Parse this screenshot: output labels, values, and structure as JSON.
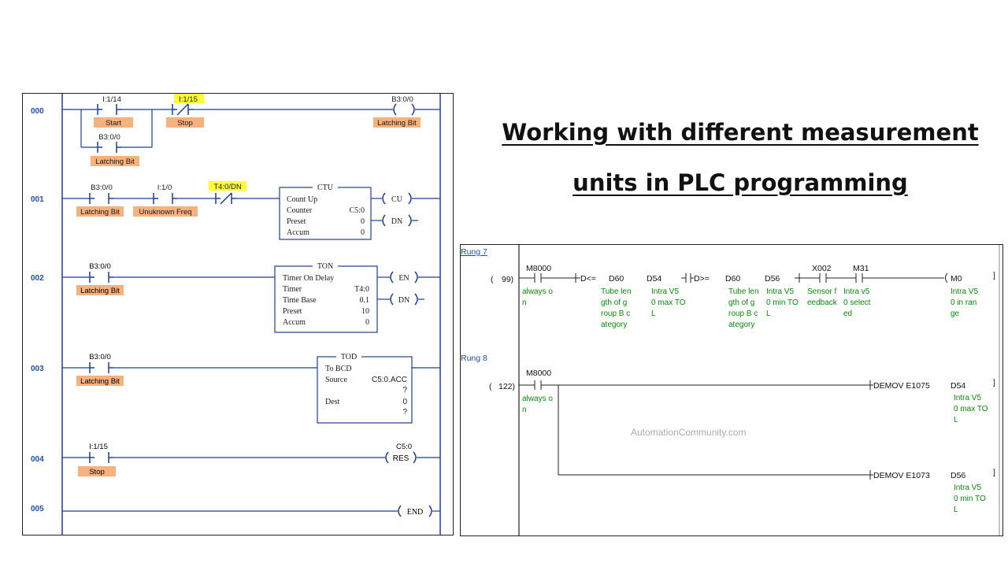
{
  "title": {
    "line1": "Working with different measurement ",
    "line2": "units in PLC programming"
  },
  "watermark": "AutomationCommunity.com",
  "left": {
    "rungs": [
      "000",
      "001",
      "002",
      "003",
      "004",
      "005"
    ],
    "r0": {
      "c1_addr": "I:1/14",
      "c1_label": "Start",
      "c2_addr": "I:1/15",
      "c2_label": "Stop",
      "branch_addr": "B3:0/0",
      "branch_label": "Latching Bit",
      "coil_addr": "B3:0/0",
      "coil_label": "Latching Bit"
    },
    "r1": {
      "c1_addr": "B3:0/0",
      "c1_label": "Latching Bit",
      "c2_addr": "I:1/0",
      "c2_label": "Unuknown Freq",
      "c3_addr": "T4:0/DN",
      "ctu": {
        "name": "CTU",
        "l1": "Count Up",
        "l2k": "Counter",
        "l2v": "C5:0",
        "l3k": "Preset",
        "l3v": "0",
        "l4k": "Accum",
        "l4v": "0"
      },
      "o1": "CU",
      "o2": "DN"
    },
    "r2": {
      "c1_addr": "B3:0/0",
      "c1_label": "Latching Bit",
      "ton": {
        "name": "TON",
        "l1": "Timer On Delay",
        "l2k": "Timer",
        "l2v": "T4:0",
        "l3k": "Time Base",
        "l3v": "0.1",
        "l4k": "Preset",
        "l4v": "10",
        "l5k": "Accum",
        "l5v": "0"
      },
      "o1": "EN",
      "o2": "DN"
    },
    "r3": {
      "c1_addr": "B3:0/0",
      "c1_label": "Latching Bit",
      "tod": {
        "name": "TOD",
        "l1": "To BCD",
        "l2k": "Source",
        "l2v": "C5:0.ACC",
        "l2q": "?",
        "l3k": "Dest",
        "l3v": "0",
        "l3q": "?"
      }
    },
    "r4": {
      "c1_addr": "I:1/15",
      "c1_label": "Stop",
      "coil_addr": "C5:0",
      "coil_label": "RES"
    },
    "r5": {
      "coil_label": "END"
    }
  },
  "right": {
    "rung7": {
      "label": "Rung 7",
      "step": "99)",
      "m8000": "M8000",
      "always": [
        "always o",
        "n"
      ],
      "cmp1": {
        "op": "D<=",
        "a": "D60",
        "b": "D54",
        "ca": [
          "Tube len",
          "gth of g",
          "roup B c",
          "ategory"
        ],
        "cb": [
          "Intra V5",
          "0 max TO",
          "L"
        ]
      },
      "cmp2": {
        "op": "D>=",
        "a": "D60",
        "b": "D56",
        "ca": [
          "Tube len",
          "gth of g",
          "roup B c",
          "ategory"
        ],
        "cb": [
          "Intra V5",
          "0 min TO",
          "L"
        ]
      },
      "x002": "X002",
      "x002c": [
        "Sensor f",
        "eedback"
      ],
      "m31": "M31",
      "m31c": [
        "Intra v5",
        "0 select",
        "ed"
      ],
      "coil": "M0",
      "coilc": [
        "Intra V5",
        "0 in ran",
        "ge"
      ]
    },
    "rung8": {
      "label": "Rung 8",
      "step": "122)",
      "m8000": "M8000",
      "always": [
        "always o",
        "n"
      ],
      "i1": "DEMOV E1075",
      "d1": "D54",
      "d1c": [
        "Intra V5",
        "0 max TO",
        "L"
      ],
      "i2": "DEMOV E1073",
      "d2": "D56",
      "d2c": [
        "Intra V5",
        "0 min TO",
        "L"
      ]
    }
  },
  "colors": {
    "rung_no": "#1f4fa8",
    "label_bg": "#f6b17d",
    "highlight": "#ffff33",
    "green": "#0a8a0a",
    "rail": "#1f3f8f"
  }
}
